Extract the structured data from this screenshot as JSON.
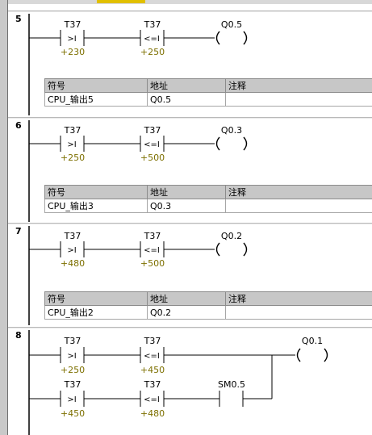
{
  "colors": {
    "wire": "#000000",
    "value": "#7d7000",
    "header": "#c7c7c7"
  },
  "table_headers": {
    "symbol": "符号",
    "address": "地址",
    "comment": "注释"
  },
  "networks": [
    {
      "number": "5",
      "rungs": [
        {
          "c1": {
            "name": "T37",
            "op": ">I",
            "value": "+230"
          },
          "c2": {
            "name": "T37",
            "op": "<=I",
            "value": "+250"
          }
        }
      ],
      "coil": "Q0.5",
      "table": {
        "symbol": "CPU_输出5",
        "address": "Q0.5",
        "comment": ""
      }
    },
    {
      "number": "6",
      "rungs": [
        {
          "c1": {
            "name": "T37",
            "op": ">I",
            "value": "+250"
          },
          "c2": {
            "name": "T37",
            "op": "<=I",
            "value": "+500"
          }
        }
      ],
      "coil": "Q0.3",
      "table": {
        "symbol": "CPU_输出3",
        "address": "Q0.3",
        "comment": ""
      }
    },
    {
      "number": "7",
      "rungs": [
        {
          "c1": {
            "name": "T37",
            "op": ">I",
            "value": "+480"
          },
          "c2": {
            "name": "T37",
            "op": "<=I",
            "value": "+500"
          }
        }
      ],
      "coil": "Q0.2",
      "table": {
        "symbol": "CPU_输出2",
        "address": "Q0.2",
        "comment": ""
      }
    },
    {
      "number": "8",
      "rungs": [
        {
          "c1": {
            "name": "T37",
            "op": ">I",
            "value": "+250"
          },
          "c2": {
            "name": "T37",
            "op": "<=I",
            "value": "+450"
          }
        },
        {
          "c1": {
            "name": "T37",
            "op": ">I",
            "value": "+450"
          },
          "c2": {
            "name": "T37",
            "op": "<=I",
            "value": "+480"
          },
          "c3": {
            "name": "SM0.5"
          }
        }
      ],
      "coil": "Q0.1"
    }
  ]
}
